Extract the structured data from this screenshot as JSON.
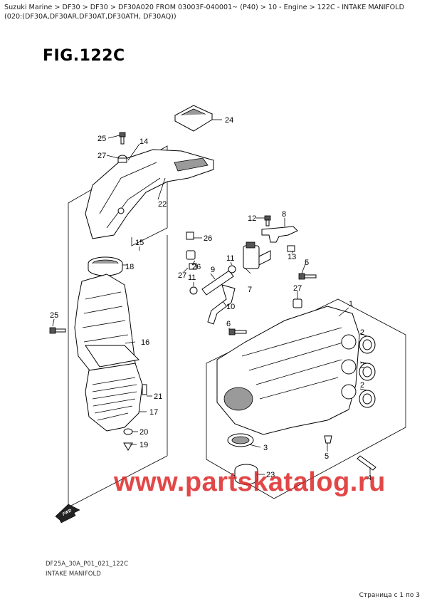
{
  "breadcrumb": "Suzuki Marine > DF30 > DF30 > DF30A020 FROM 03003F-040001~ (P40) > 10 - Engine > 122C - INTAKE MANIFOLD (020:(DF30A,DF30AR,DF30AT,DF30ATH, DF30AQ))",
  "figure_title": "FIG.122C",
  "footer": {
    "code": "DF25A_30A_P01_021_122C",
    "name": "INTAKE MANIFOLD"
  },
  "pager": "Страница с 1 по 3",
  "watermark": "www.partskatalog.ru",
  "fwd_label": "FWD",
  "callouts": [
    "1",
    "2",
    "2",
    "2",
    "3",
    "4",
    "5",
    "5",
    "6",
    "7",
    "8",
    "9",
    "10",
    "11",
    "11",
    "12",
    "13",
    "14",
    "15",
    "16",
    "17",
    "18",
    "19",
    "20",
    "21",
    "22",
    "23",
    "24",
    "25",
    "25",
    "26",
    "26",
    "27",
    "27",
    "27"
  ]
}
